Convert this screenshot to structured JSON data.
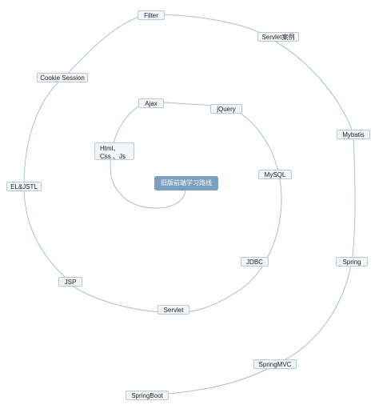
{
  "center": {
    "label": "旧版前端学习路线"
  },
  "nodes": [
    {
      "id": "filter",
      "label": "Filter"
    },
    {
      "id": "servlet-case",
      "label": "Servlet案例"
    },
    {
      "id": "cookie-session",
      "label": "Cookie Session"
    },
    {
      "id": "ajax",
      "label": "Ajax"
    },
    {
      "id": "jquery",
      "label": "jQuery"
    },
    {
      "id": "mybatis",
      "label": "Mybatis"
    },
    {
      "id": "html-css-js",
      "label": "Html、Css 、Js"
    },
    {
      "id": "mysql",
      "label": "MySQL"
    },
    {
      "id": "el-jstl",
      "label": "EL&JSTL"
    },
    {
      "id": "jdbc",
      "label": "JDBC"
    },
    {
      "id": "spring",
      "label": "Spring"
    },
    {
      "id": "jsp",
      "label": "JSP"
    },
    {
      "id": "servlet",
      "label": "Servlet"
    },
    {
      "id": "springmvc",
      "label": "SpringMVC"
    },
    {
      "id": "springboot",
      "label": "SpringBoot"
    }
  ],
  "colors": {
    "line": "#a9bfd3",
    "center": "#7b9fbe",
    "node_bg": "#f2f6fb",
    "node_border": "#b9c9da"
  }
}
